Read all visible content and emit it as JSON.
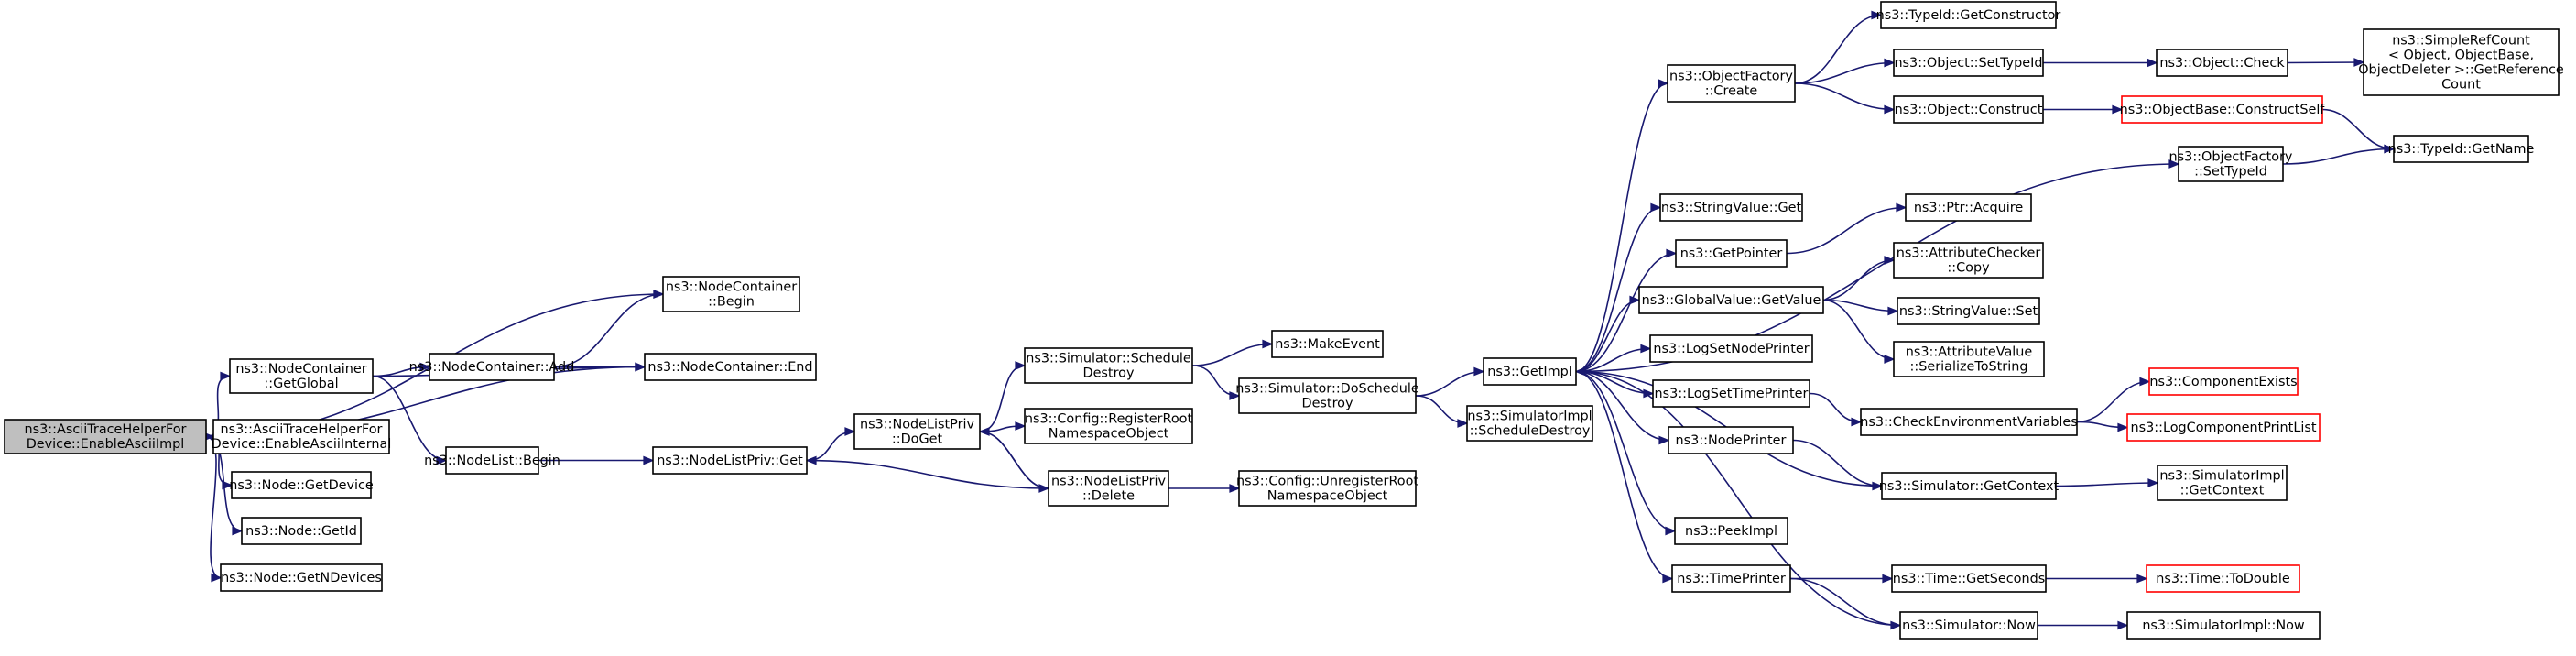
{
  "colors": {
    "edge": "#191970",
    "node_border": "#000000",
    "node_border_incomplete": "#ff0000",
    "node_fill": "#ffffff",
    "root_fill": "#bfbfbf",
    "text": "#000000"
  },
  "graph": {
    "nodes": [
      {
        "id": "n0",
        "lines": [
          "ns3::AsciiTraceHelperFor",
          "Device::EnableAsciiImpl"
        ],
        "root": true
      },
      {
        "id": "n1",
        "lines": [
          "ns3::NodeContainer",
          "::Begin"
        ]
      },
      {
        "id": "n2",
        "lines": [
          "ns3::NodeContainer::End"
        ]
      },
      {
        "id": "n3",
        "lines": [
          "ns3::NodeContainer",
          "::GetGlobal"
        ]
      },
      {
        "id": "n4",
        "lines": [
          "ns3::NodeContainer::Add"
        ]
      },
      {
        "id": "n5",
        "lines": [
          "ns3::NodeList::Begin"
        ]
      },
      {
        "id": "n6",
        "lines": [
          "ns3::NodeListPriv::Get"
        ]
      },
      {
        "id": "n7",
        "lines": [
          "ns3::NodeListPriv",
          "::DoGet"
        ]
      },
      {
        "id": "n8",
        "lines": [
          "ns3::Simulator::Schedule",
          "Destroy"
        ]
      },
      {
        "id": "n9",
        "lines": [
          "ns3::MakeEvent"
        ]
      },
      {
        "id": "n10",
        "lines": [
          "ns3::Simulator::DoSchedule",
          "Destroy"
        ]
      },
      {
        "id": "n11",
        "lines": [
          "ns3::GetImpl"
        ]
      },
      {
        "id": "n12",
        "lines": [
          "ns3::ObjectFactory",
          "::Create"
        ]
      },
      {
        "id": "n13",
        "lines": [
          "ns3::TypeId::GetConstructor"
        ]
      },
      {
        "id": "n14",
        "lines": [
          "ns3::Object::SetTypeId"
        ]
      },
      {
        "id": "n15",
        "lines": [
          "ns3::Object::Check"
        ]
      },
      {
        "id": "n16",
        "lines": [
          "ns3::SimpleRefCount",
          "< Object, ObjectBase,",
          " ObjectDeleter >::GetReference",
          "Count"
        ]
      },
      {
        "id": "n17",
        "lines": [
          "ns3::Object::Construct"
        ]
      },
      {
        "id": "n18",
        "lines": [
          "ns3::ObjectBase::ConstructSelf"
        ],
        "incomplete": true
      },
      {
        "id": "n19",
        "lines": [
          "ns3::TypeId::GetName"
        ]
      },
      {
        "id": "n20",
        "lines": [
          "ns3::ObjectFactory",
          "::SetTypeId"
        ]
      },
      {
        "id": "n21",
        "lines": [
          "ns3::StringValue::Get"
        ]
      },
      {
        "id": "n22",
        "lines": [
          "ns3::GetPointer"
        ]
      },
      {
        "id": "n23",
        "lines": [
          "ns3::Ptr::Acquire"
        ]
      },
      {
        "id": "n24",
        "lines": [
          "ns3::GlobalValue::GetValue"
        ]
      },
      {
        "id": "n25",
        "lines": [
          "ns3::AttributeChecker",
          "::Copy"
        ]
      },
      {
        "id": "n26",
        "lines": [
          "ns3::StringValue::Set"
        ]
      },
      {
        "id": "n27",
        "lines": [
          "ns3::AttributeValue",
          "::SerializeToString"
        ]
      },
      {
        "id": "n28",
        "lines": [
          "ns3::LogSetNodePrinter"
        ]
      },
      {
        "id": "n29",
        "lines": [
          "ns3::LogSetTimePrinter"
        ]
      },
      {
        "id": "n30",
        "lines": [
          "ns3::CheckEnvironmentVariables"
        ]
      },
      {
        "id": "n31",
        "lines": [
          "ns3::ComponentExists"
        ],
        "incomplete": true
      },
      {
        "id": "n32",
        "lines": [
          "ns3::LogComponentPrintList"
        ],
        "incomplete": true
      },
      {
        "id": "n33",
        "lines": [
          "ns3::NodePrinter"
        ]
      },
      {
        "id": "n34",
        "lines": [
          "ns3::Simulator::GetContext"
        ]
      },
      {
        "id": "n35",
        "lines": [
          "ns3::SimulatorImpl",
          "::GetContext"
        ]
      },
      {
        "id": "n36",
        "lines": [
          "ns3::PeekImpl"
        ]
      },
      {
        "id": "n37",
        "lines": [
          "ns3::TimePrinter"
        ]
      },
      {
        "id": "n38",
        "lines": [
          "ns3::Time::GetSeconds"
        ]
      },
      {
        "id": "n39",
        "lines": [
          "ns3::Time::ToDouble"
        ],
        "incomplete": true
      },
      {
        "id": "n40",
        "lines": [
          "ns3::Simulator::Now"
        ]
      },
      {
        "id": "n41",
        "lines": [
          "ns3::SimulatorImpl::Now"
        ]
      },
      {
        "id": "n42",
        "lines": [
          "ns3::SimulatorImpl",
          "::ScheduleDestroy"
        ]
      },
      {
        "id": "n43",
        "lines": [
          "ns3::Config::RegisterRoot",
          "NamespaceObject"
        ]
      },
      {
        "id": "n44",
        "lines": [
          "ns3::NodeListPriv",
          "::Delete"
        ]
      },
      {
        "id": "n45",
        "lines": [
          "ns3::Config::UnregisterRoot",
          "NamespaceObject"
        ]
      },
      {
        "id": "n46",
        "lines": [
          "ns3::AsciiTraceHelperFor",
          "Device::EnableAsciiInternal"
        ]
      },
      {
        "id": "n47",
        "lines": [
          "ns3::Node::GetDevice"
        ]
      },
      {
        "id": "n48",
        "lines": [
          "ns3::Node::GetId"
        ]
      },
      {
        "id": "n49",
        "lines": [
          "ns3::Node::GetNDevices"
        ]
      }
    ],
    "edges": [
      [
        "n0",
        "n1"
      ],
      [
        "n0",
        "n2"
      ],
      [
        "n0",
        "n3"
      ],
      [
        "n0",
        "n46"
      ],
      [
        "n0",
        "n47"
      ],
      [
        "n0",
        "n48"
      ],
      [
        "n0",
        "n49"
      ],
      [
        "n3",
        "n2"
      ],
      [
        "n3",
        "n4"
      ],
      [
        "n3",
        "n5"
      ],
      [
        "n4",
        "n1"
      ],
      [
        "n4",
        "n2"
      ],
      [
        "n5",
        "n6"
      ],
      [
        "n6",
        "n7"
      ],
      [
        "n7",
        "n8"
      ],
      [
        "n7",
        "n43"
      ],
      [
        "n7",
        "n44"
      ],
      [
        "n8",
        "n9"
      ],
      [
        "n8",
        "n10"
      ],
      [
        "n10",
        "n11"
      ],
      [
        "n10",
        "n42"
      ],
      [
        "n11",
        "n12"
      ],
      [
        "n11",
        "n20"
      ],
      [
        "n11",
        "n21"
      ],
      [
        "n11",
        "n22"
      ],
      [
        "n11",
        "n24"
      ],
      [
        "n11",
        "n28"
      ],
      [
        "n11",
        "n29"
      ],
      [
        "n11",
        "n33"
      ],
      [
        "n11",
        "n36"
      ],
      [
        "n11",
        "n37"
      ],
      [
        "n12",
        "n13"
      ],
      [
        "n12",
        "n14"
      ],
      [
        "n12",
        "n17"
      ],
      [
        "n14",
        "n15"
      ],
      [
        "n15",
        "n16"
      ],
      [
        "n17",
        "n18"
      ],
      [
        "n18",
        "n19"
      ],
      [
        "n20",
        "n19"
      ],
      [
        "n22",
        "n23"
      ],
      [
        "n24",
        "n25"
      ],
      [
        "n24",
        "n26"
      ],
      [
        "n24",
        "n27"
      ],
      [
        "n29",
        "n30"
      ],
      [
        "n30",
        "n31"
      ],
      [
        "n30",
        "n32"
      ],
      [
        "n33",
        "n34"
      ],
      [
        "n34",
        "n11"
      ],
      [
        "n34",
        "n35"
      ],
      [
        "n37",
        "n38"
      ],
      [
        "n37",
        "n40"
      ],
      [
        "n38",
        "n39"
      ],
      [
        "n40",
        "n11"
      ],
      [
        "n40",
        "n41"
      ],
      [
        "n44",
        "n6"
      ],
      [
        "n44",
        "n7"
      ],
      [
        "n44",
        "n45"
      ]
    ]
  }
}
